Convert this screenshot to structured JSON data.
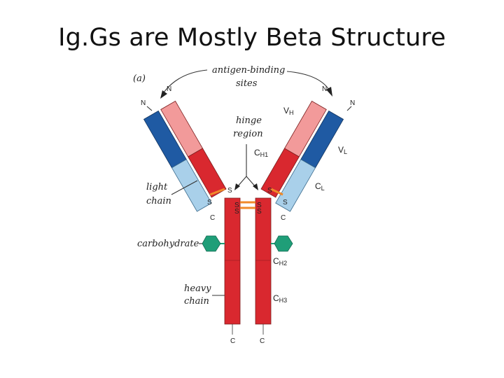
{
  "title": "Ig.Gs are Mostly Beta Structure",
  "figure": {
    "panel_label": "(a)",
    "labels": {
      "antigen_binding_line1": "antigen-binding",
      "antigen_binding_line2": "sites",
      "hinge_line1": "hinge",
      "hinge_line2": "region",
      "light_line1": "light",
      "light_line2": "chain",
      "carbohydrate": "carbohydrate",
      "heavy_line1": "heavy",
      "heavy_line2": "chain"
    },
    "domains": {
      "vh": "V",
      "vh_sub": "H",
      "vl": "V",
      "vl_sub": "L",
      "ch1": "C",
      "ch1_sub": "H1",
      "cl": "C",
      "cl_sub": "L",
      "ch2": "C",
      "ch2_sub": "H2",
      "ch3": "C",
      "ch3_sub": "H3"
    },
    "termini": {
      "n": "N",
      "c": "C"
    },
    "sulfur": "S",
    "colors": {
      "heavy_constant": "#d9282f",
      "heavy_variable": "#f29a9a",
      "light_variable": "#1f5aa3",
      "light_constant": "#a9d0ea",
      "disulfide": "#f08a2a",
      "carbohydrate": "#1f9e78"
    }
  }
}
